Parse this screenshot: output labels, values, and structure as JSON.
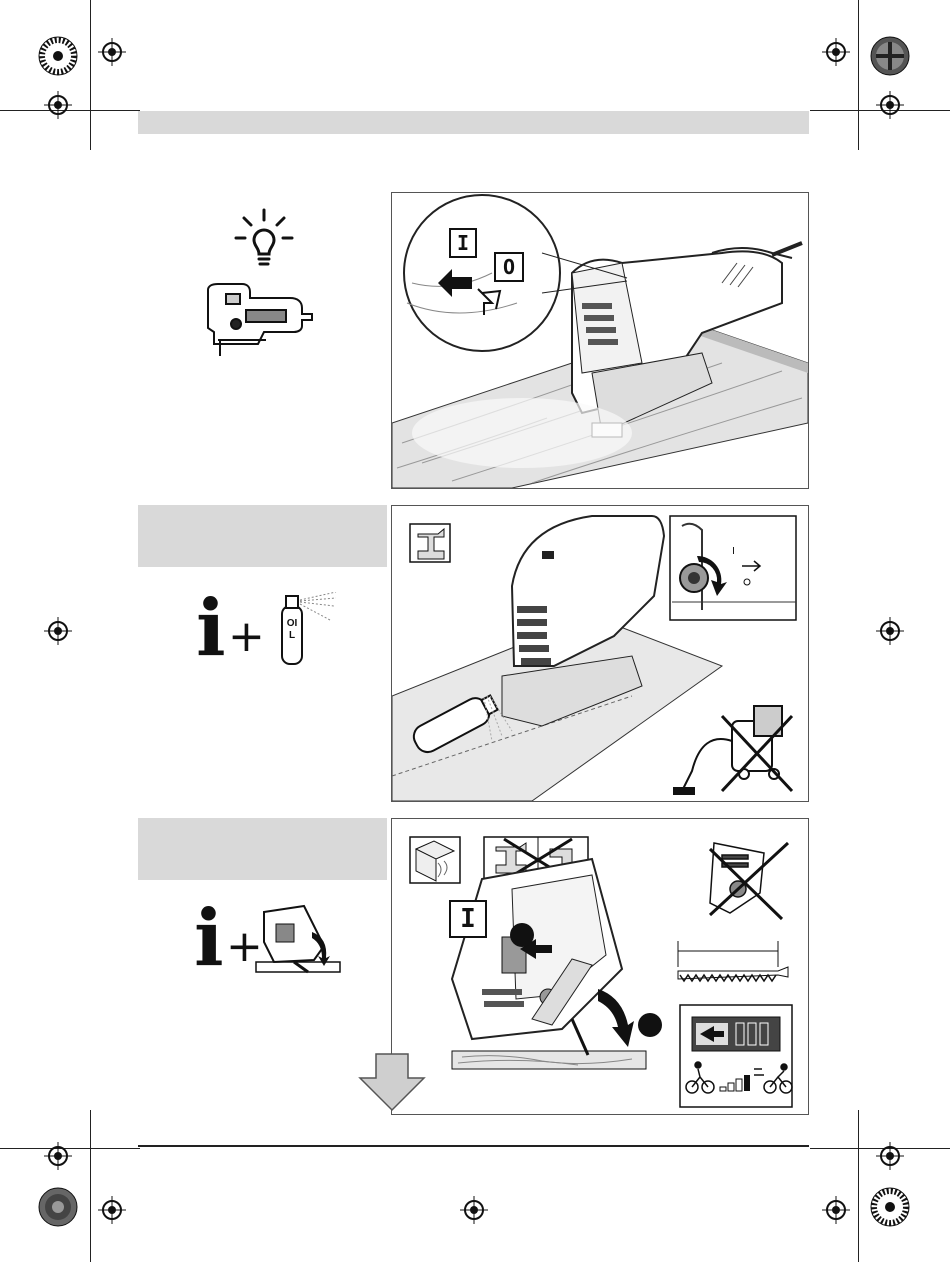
{
  "section1": {
    "labels": {
      "on_symbol": "I",
      "off_symbol": "O"
    },
    "icons": [
      "light-bulb-icon",
      "jigsaw-icon"
    ]
  },
  "section2": {
    "info_symbol": "i",
    "plus_symbol": "+",
    "oil_can_label": "OIL",
    "icons": [
      "metal-beam-icon",
      "speed-dial-icon",
      "vacuum-cleaner-crossed-icon"
    ]
  },
  "section3": {
    "info_symbol": "i",
    "plus_symbol": "+",
    "on_symbol": "I",
    "step_markers": [
      "",
      ""
    ],
    "icons": [
      "wood-grain-icon",
      "metal-crossed-icon",
      "dust-extraction-crossed-icon",
      "saw-blade-icon",
      "pendulum-setting-icon",
      "continue-arrow-icon"
    ]
  },
  "colors": {
    "header_bar": "#d9d9d9",
    "panel_border": "#555555",
    "ink": "#111111"
  }
}
